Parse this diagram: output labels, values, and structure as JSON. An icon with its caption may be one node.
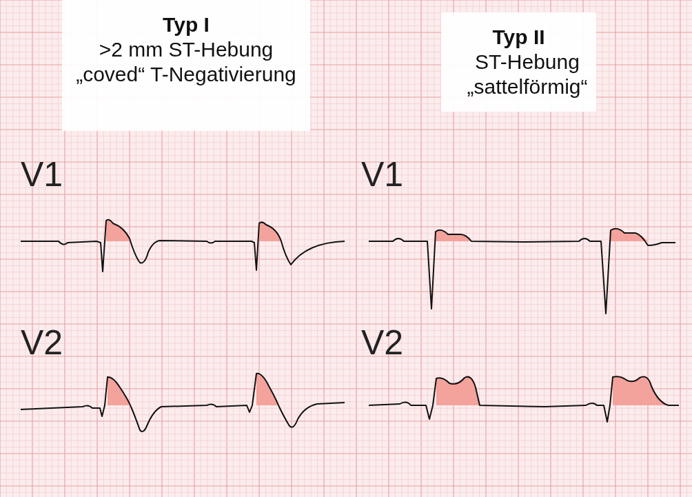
{
  "diagram": {
    "nodes": [
      {
        "text": [
          "Typ I",
          ">2 mm ST-Hebung „coved“ T-Negativierung"
        ]
      },
      {
        "text": [
          "Typ II",
          "ST-Hebung „sattelförmig“"
        ]
      }
    ],
    "labels": [
      "V1",
      "V1",
      "V2",
      "V2"
    ]
  }
}
